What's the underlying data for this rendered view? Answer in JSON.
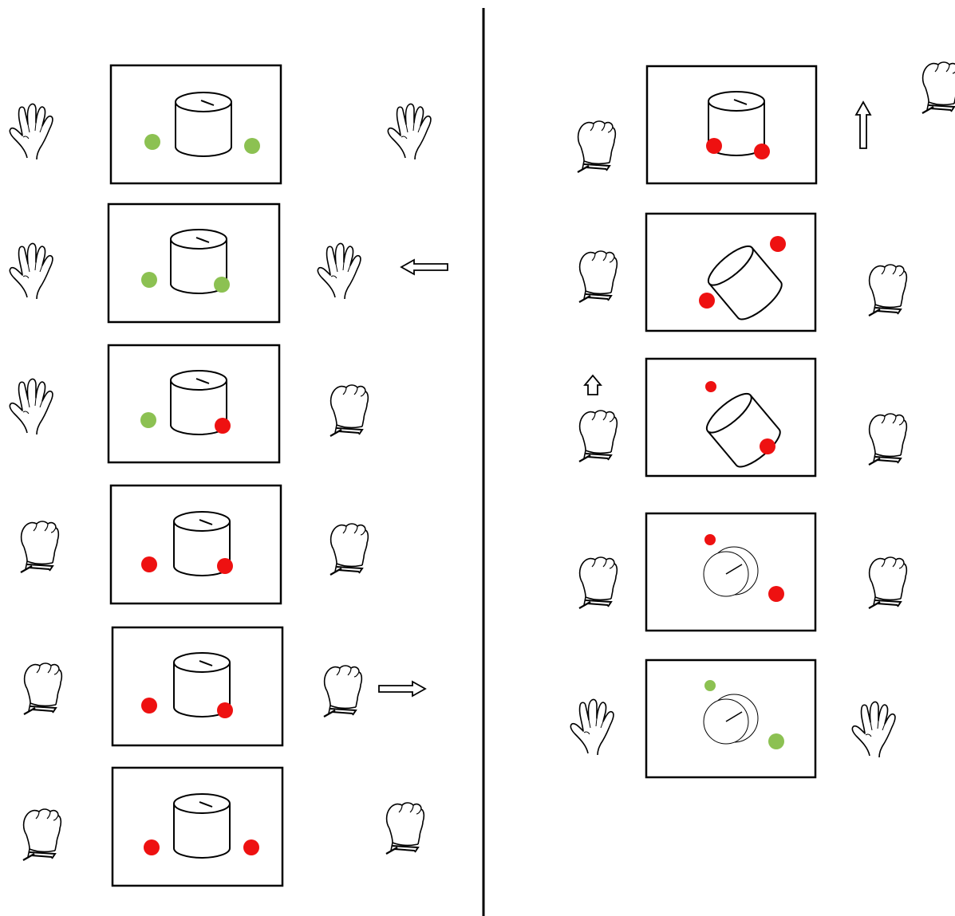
{
  "colors": {
    "open_marker": "#8cc152",
    "closed_marker": "#ee1111",
    "line": "#000000",
    "background": "#ffffff"
  },
  "icons": {
    "open_hand": "open-hand-icon",
    "closed_hand": "closed-fist-icon",
    "arrow": "arrow-icon",
    "object": "cylinder-icon"
  },
  "panels": {
    "left": {
      "steps": [
        {
          "left_hand": "open",
          "right_hand": "open",
          "left_marker": "green",
          "right_marker": "green",
          "object_view": "upright",
          "arrow": "none"
        },
        {
          "left_hand": "open",
          "right_hand": "open",
          "left_marker": "green",
          "right_marker": "green",
          "object_view": "upright",
          "arrow": "left"
        },
        {
          "left_hand": "open",
          "right_hand": "closed",
          "left_marker": "green",
          "right_marker": "red",
          "object_view": "upright",
          "arrow": "none"
        },
        {
          "left_hand": "closed",
          "right_hand": "closed",
          "left_marker": "red",
          "right_marker": "red",
          "object_view": "upright",
          "arrow": "none"
        },
        {
          "left_hand": "closed",
          "right_hand": "closed",
          "left_marker": "red",
          "right_marker": "red",
          "object_view": "upright",
          "arrow": "right"
        },
        {
          "left_hand": "closed",
          "right_hand": "closed",
          "left_marker": "red",
          "right_marker": "red",
          "object_view": "upright",
          "arrow": "none"
        }
      ]
    },
    "right": {
      "steps": [
        {
          "left_hand": "closed",
          "right_hand": "closed",
          "left_marker": "red",
          "right_marker": "red",
          "object_view": "upright",
          "arrow": "up"
        },
        {
          "left_hand": "closed",
          "right_hand": "closed",
          "left_marker": "red",
          "right_marker": "red",
          "object_view": "tilted",
          "arrow": "none"
        },
        {
          "left_hand": "closed",
          "right_hand": "closed",
          "left_marker": "red",
          "right_marker": "red",
          "object_view": "tilted",
          "arrow": "up"
        },
        {
          "left_hand": "closed",
          "right_hand": "closed",
          "left_marker": "red",
          "right_marker": "red",
          "object_view": "end-on",
          "arrow": "none"
        },
        {
          "left_hand": "open",
          "right_hand": "open",
          "left_marker": "green",
          "right_marker": "green",
          "object_view": "end-on",
          "arrow": "none"
        }
      ]
    }
  }
}
